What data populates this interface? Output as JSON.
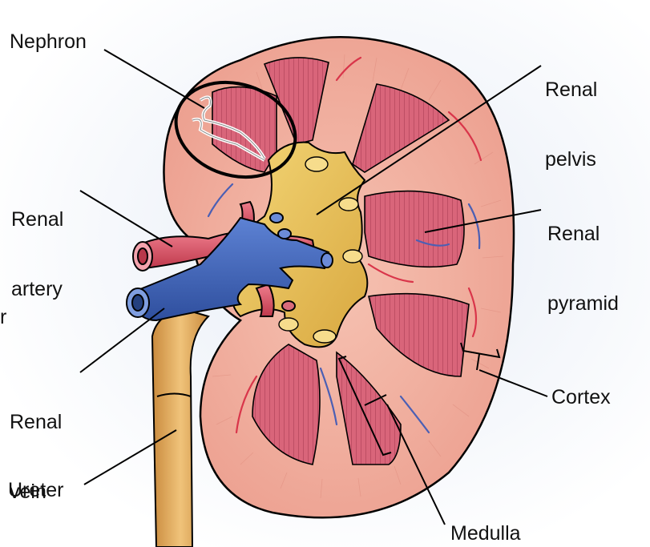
{
  "labels": {
    "nephron": "Nephron",
    "renal_pelvis": [
      "Renal",
      "pelvis"
    ],
    "renal_artery": [
      "Renal",
      "artery"
    ],
    "renal_pyramid": [
      "Renal",
      "pyramid"
    ],
    "renal_vein": [
      "Renal",
      "vein"
    ],
    "cortex": "Cortex",
    "ureter": "Ureter",
    "medulla": "Medulla",
    "edge_fragment": "r"
  },
  "colors": {
    "cortex": "#f2b0a0",
    "pyramid": "#d9657a",
    "pelvis": "#e8c25a",
    "artery": "#d9485c",
    "vein": "#3f63b8",
    "ureter": "#e0a55a",
    "outline": "#000000"
  }
}
